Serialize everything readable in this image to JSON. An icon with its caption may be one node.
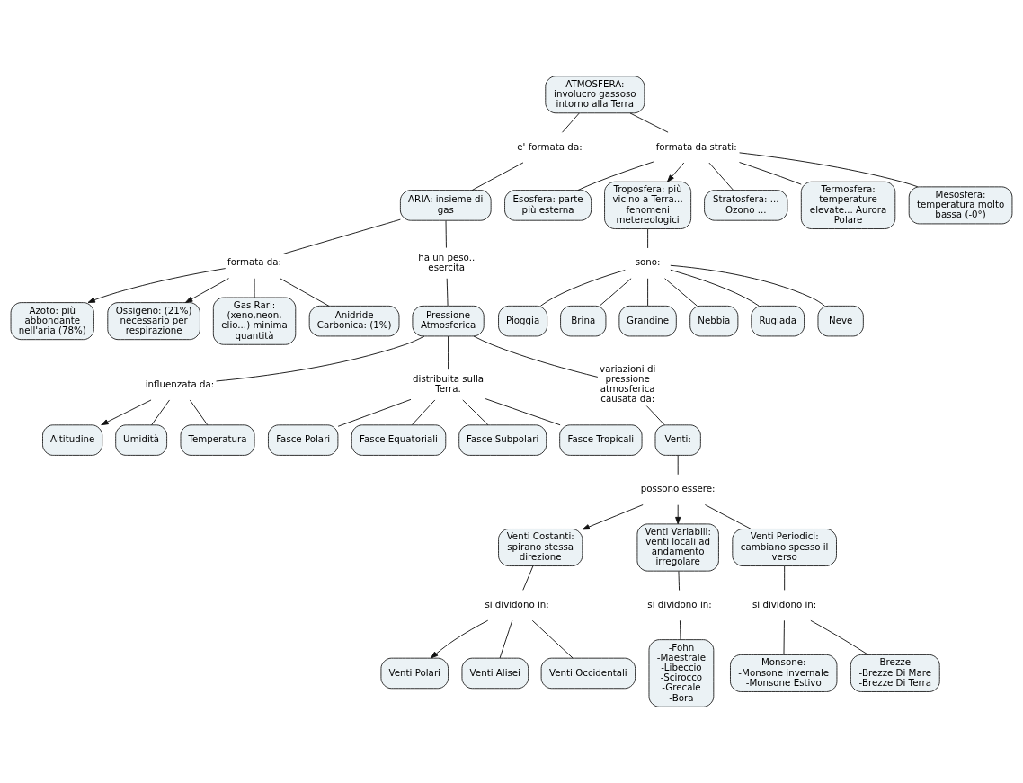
{
  "diagram": {
    "nodes": [
      {
        "text": [
          "ATMOSFERA: involucro gassoso intorno alla Terra"
        ]
      },
      {
        "text": [
          "e' formata da:"
        ]
      },
      {
        "text": [
          "formata da strati:"
        ]
      },
      {
        "text": [
          "ARIA: insieme di gas"
        ]
      },
      {
        "text": [
          "Azoto: più abbondante nell'aria (78%)"
        ]
      },
      {
        "text": [
          "Esosfera: parte più esterna"
        ]
      },
      {
        "text": [
          "Troposfera: più vicino a Terra... fenomeni metereologici"
        ]
      },
      {
        "text": [
          "Stratosfera: ... Ozono ..."
        ]
      },
      {
        "text": [
          "Termosfera: temperature elevate... Aurora Polare"
        ]
      },
      {
        "text": [
          "Mesosfera: temperatura molto bassa (-0°)"
        ]
      },
      {
        "text": [
          "formata da:"
        ]
      },
      {
        "text": [
          "ha un peso.. esercita"
        ]
      },
      {
        "text": [
          "sono:"
        ]
      },
      {
        "text": [
          "Ossigeno: (21%) necessario per respirazione"
        ]
      },
      {
        "text": [
          "Gas Rari: (xeno,neon, elio...) minima quantità"
        ]
      },
      {
        "text": [
          "Anidride Carbonica: (1%)"
        ]
      },
      {
        "text": [
          "Pioggia"
        ]
      },
      {
        "text": [
          "Brina"
        ]
      },
      {
        "text": [
          "Grandine"
        ]
      },
      {
        "text": [
          "Nebbia"
        ]
      },
      {
        "text": [
          "Rugiada"
        ]
      },
      {
        "text": [
          "Neve"
        ]
      },
      {
        "text": [
          "Pressione Atmosferica"
        ]
      },
      {
        "text": [
          "influenzata da:"
        ]
      },
      {
        "text": [
          "distribuita sulla Terra."
        ]
      },
      {
        "text": [
          "variazioni di pressione atmosferica causata da:"
        ]
      },
      {
        "text": [
          "Altitudine"
        ]
      },
      {
        "text": [
          "Umidità"
        ]
      },
      {
        "text": [
          "Temperatura"
        ]
      },
      {
        "text": [
          "Fasce Polari"
        ]
      },
      {
        "text": [
          "Fasce Equatoriali"
        ]
      },
      {
        "text": [
          "Fasce Subpolari"
        ]
      },
      {
        "text": [
          "Fasce Tropicali"
        ]
      },
      {
        "text": [
          "Venti:"
        ]
      },
      {
        "text": [
          "possono essere:"
        ]
      },
      {
        "text": [
          "Venti Costanti: spirano stessa direzione"
        ]
      },
      {
        "text": [
          "Venti Variabili: venti locali ad andamento irregolare"
        ]
      },
      {
        "text": [
          "Venti Periodici: cambiano spesso il verso"
        ]
      },
      {
        "text": [
          "si dividono in:"
        ]
      },
      {
        "text": [
          "Venti Polari"
        ]
      },
      {
        "text": [
          "Venti Alisei"
        ]
      },
      {
        "text": [
          "Venti Occidentali"
        ]
      },
      {
        "text": [
          "si dividono in:"
        ]
      },
      {
        "text": [
          "si dividono in:"
        ]
      },
      {
        "text": [
          "Monsone: -Monsone invernale -Monsone Estivo"
        ]
      },
      {
        "text": [
          "Brezze -Brezze Di Mare -Brezze Di Terra"
        ]
      },
      {
        "text": [
          "-Fohn -Maestrale -Libeccio -Scirocco -Grecale -Bora"
        ]
      }
    ],
    "edges": [
      {
        "from": 0,
        "to": 1,
        "arrow": "none"
      },
      {
        "from": 1,
        "to": 3,
        "arrow": "none"
      },
      {
        "from": 0,
        "to": 2,
        "arrow": "none"
      },
      {
        "from": 2,
        "to": 5,
        "arrow": "none"
      },
      {
        "from": 2,
        "to": 8,
        "arrow": "none"
      },
      {
        "from": 2,
        "to": 9,
        "arrow": "none"
      },
      {
        "from": 2,
        "to": 7,
        "arrow": "none"
      },
      {
        "from": 2,
        "to": 6,
        "arrow": "to"
      },
      {
        "from": 3,
        "to": 10,
        "arrow": "none"
      },
      {
        "from": 10,
        "to": 4,
        "arrow": "to"
      },
      {
        "from": 10,
        "to": 13,
        "arrow": "to"
      },
      {
        "from": 10,
        "to": 15,
        "arrow": "none"
      },
      {
        "from": 10,
        "to": 14,
        "arrow": "none"
      },
      {
        "from": 3,
        "to": 11,
        "arrow": "none"
      },
      {
        "from": 11,
        "to": 22,
        "arrow": "none"
      },
      {
        "from": 6,
        "to": 12,
        "arrow": "none"
      },
      {
        "from": 12,
        "to": 16,
        "arrow": "none"
      },
      {
        "from": 12,
        "to": 18,
        "arrow": "none"
      },
      {
        "from": 12,
        "to": 21,
        "arrow": "none"
      },
      {
        "from": 12,
        "to": 20,
        "arrow": "none"
      },
      {
        "from": 12,
        "to": 19,
        "arrow": "none"
      },
      {
        "from": 12,
        "to": 17,
        "arrow": "none"
      },
      {
        "from": 22,
        "to": 23,
        "arrow": "none"
      },
      {
        "from": 23,
        "to": 26,
        "arrow": "to"
      },
      {
        "from": 23,
        "to": 28,
        "arrow": "none"
      },
      {
        "from": 23,
        "to": 27,
        "arrow": "none"
      },
      {
        "from": 22,
        "to": 24,
        "arrow": "none"
      },
      {
        "from": 24,
        "to": 29,
        "arrow": "none"
      },
      {
        "from": 24,
        "to": 31,
        "arrow": "none"
      },
      {
        "from": 24,
        "to": 32,
        "arrow": "none"
      },
      {
        "from": 24,
        "to": 30,
        "arrow": "none"
      },
      {
        "from": 22,
        "to": 25,
        "arrow": "none"
      },
      {
        "from": 25,
        "to": 33,
        "arrow": "none"
      },
      {
        "from": 33,
        "to": 34,
        "arrow": "none"
      },
      {
        "from": 34,
        "to": 35,
        "arrow": "to"
      },
      {
        "from": 34,
        "to": 37,
        "arrow": "none"
      },
      {
        "from": 34,
        "to": 36,
        "arrow": "to"
      },
      {
        "from": 35,
        "to": 38,
        "arrow": "none"
      },
      {
        "from": 38,
        "to": 39,
        "arrow": "to"
      },
      {
        "from": 38,
        "to": 41,
        "arrow": "none"
      },
      {
        "from": 38,
        "to": 40,
        "arrow": "none"
      },
      {
        "from": 37,
        "to": 42,
        "arrow": "none"
      },
      {
        "from": 42,
        "to": 44,
        "arrow": "none"
      },
      {
        "from": 42,
        "to": 45,
        "arrow": "none"
      },
      {
        "from": 36,
        "to": 43,
        "arrow": "none"
      },
      {
        "from": 43,
        "to": 46,
        "arrow": "none"
      }
    ]
  }
}
